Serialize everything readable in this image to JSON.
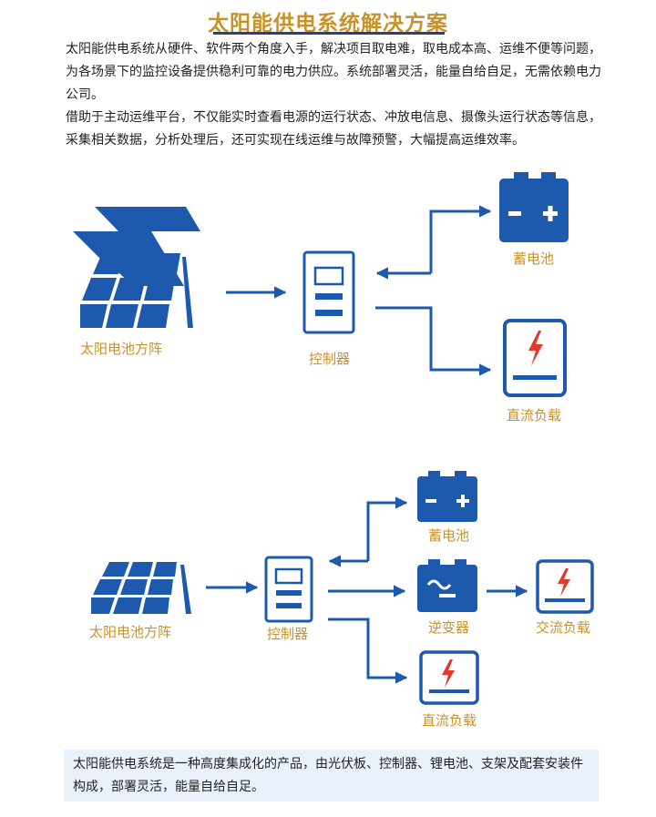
{
  "title": "太阳能供电系统解决方案",
  "paragraphs": [
    "太阳能供电系统从硬件、软件两个角度入手，解决项目取电难，取电成本高、运维不便等问题，为各场景下的监控设备提供稳利可靠的电力供应。系统部署灵活，能量自给自足，无需依赖电力公司。",
    "借助于主动运维平台，不仅能实时查看电源的运行状态、冲放电信息、摄像头运行状态等信息，采集相关数据，分析处理后，还可实现在线运维与故障预警，大幅提高运维效率。"
  ],
  "diagram1": {
    "solar_label": "太阳电池方阵",
    "controller_label": "控制器",
    "battery_label": "蓄电池",
    "dc_load_label": "直流负载"
  },
  "diagram2": {
    "solar_label": "太阳电池方阵",
    "controller_label": "控制器",
    "battery_label": "蓄电池",
    "inverter_label": "逆变器",
    "ac_load_label": "交流负载",
    "dc_load_label": "直流负载"
  },
  "note": "太阳能供电系统是一种高度集成化的产品，由光伏板、控制器、锂电池、支架及配套安装件构成，部署灵活，能量自给自足。",
  "colors": {
    "primary_blue": "#1d59ad",
    "gold": "#c8922a",
    "red": "#e03a2b",
    "note_bg": "#eaf1fb"
  },
  "icons": [
    "solar-panel-icon",
    "controller-icon",
    "battery-icon",
    "dc-load-icon",
    "inverter-icon",
    "ac-load-icon",
    "arrow-icon"
  ]
}
